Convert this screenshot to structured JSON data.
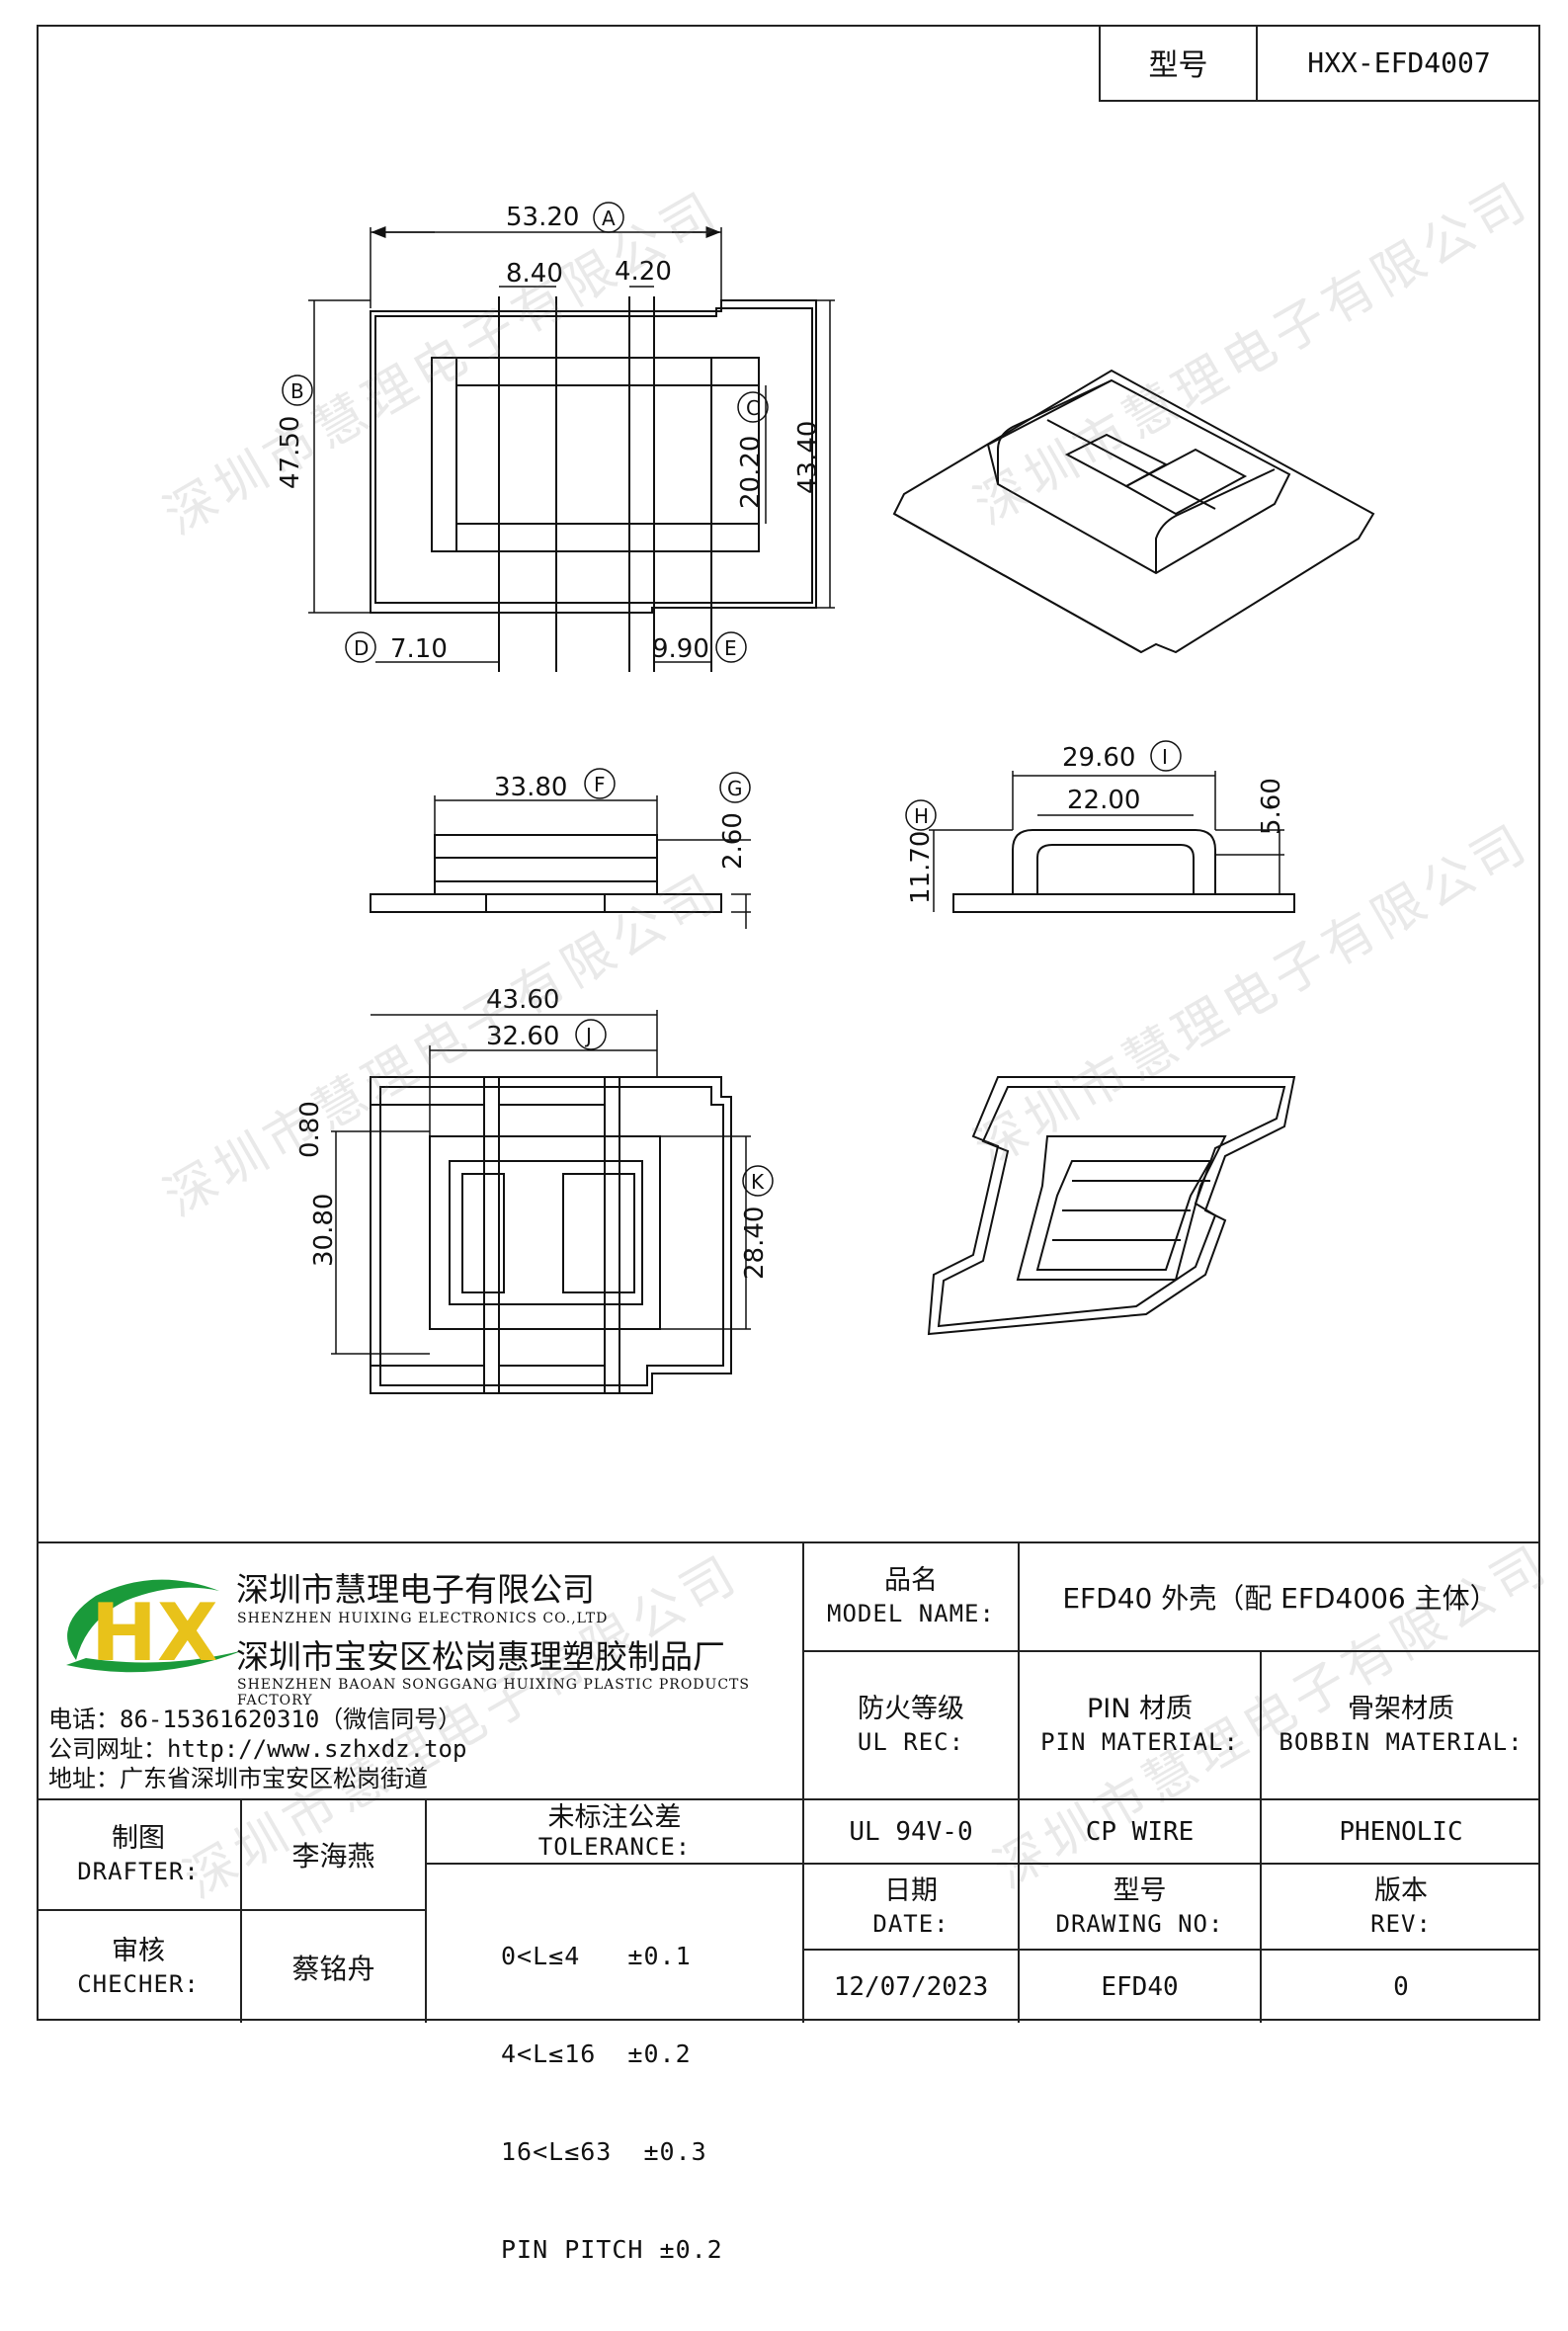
{
  "header": {
    "model_label": "型号",
    "model_value": "HXX-EFD4007"
  },
  "watermark": "深圳市慧理电子有限公司",
  "dimensions": {
    "A": "53.20",
    "A_id": "A",
    "B": "47.50",
    "B_id": "B",
    "C": "20.20",
    "C_id": "C",
    "D": "7.10",
    "D_id": "D",
    "E": "9.90",
    "E_id": "E",
    "F": "33.80",
    "F_id": "F",
    "G": "2.60",
    "G_id": "G",
    "H": "11.70",
    "H_id": "H",
    "I": "29.60",
    "I_id": "I",
    "J": "32.60",
    "J_id": "J",
    "K": "28.40",
    "K_id": "K",
    "d840": "8.40",
    "d420": "4.20",
    "d4340": "43.40",
    "d2200": "22.00",
    "d560": "5.60",
    "d4360": "43.60",
    "d080": "0.80",
    "d3080": "30.80"
  },
  "company": {
    "logo_text": "HX",
    "name_cn": "深圳市慧理电子有限公司",
    "name_en": "SHENZHEN HUIXING ELECTRONICS CO.,LTD",
    "factory_cn": "深圳市宝安区松岗惠理塑胶制品厂",
    "factory_en": "SHENZHEN BAOAN SONGGANG HUIXING PLASTIC PRODUCTS FACTORY",
    "phone": "电话：86-15361620310（微信同号）",
    "website": "公司网址：http://www.szhxdz.top",
    "address": "地址：广东省深圳市宝安区松岗街道"
  },
  "title_block": {
    "model_name_cn": "品名",
    "model_name_en": "MODEL NAME:",
    "model_name_value": "EFD40 外壳（配 EFD4006 主体）",
    "ul_cn": "防火等级",
    "ul_en": "UL REC:",
    "pin_cn": "PIN 材质",
    "pin_en": "PIN MATERIAL:",
    "bobbin_cn": "骨架材质",
    "bobbin_en": "BOBBIN MATERIAL:",
    "ul_value": "UL 94V-0",
    "pin_value": "CP WIRE",
    "bobbin_value": "PHENOLIC",
    "drafter_cn": "制图",
    "drafter_en": "DRAFTER:",
    "drafter_value": "李海燕",
    "checker_cn": "审核",
    "checker_en": "CHECHER:",
    "checker_value": "蔡铭舟",
    "tolerance_cn": "未标注公差",
    "tolerance_en": "TOLERANCE:",
    "tolerance_lines": [
      "0<L≤4   ±0.1",
      "4<L≤16  ±0.2",
      "16<L≤63  ±0.3",
      "PIN PITCH ±0.2"
    ],
    "date_cn": "日期",
    "date_en": "DATE:",
    "date_value": "12/07/2023",
    "drawing_cn": "型号",
    "drawing_en": "DRAWING NO:",
    "drawing_value": "EFD40",
    "rev_cn": "版本",
    "rev_en": "REV:",
    "rev_value": "0"
  }
}
